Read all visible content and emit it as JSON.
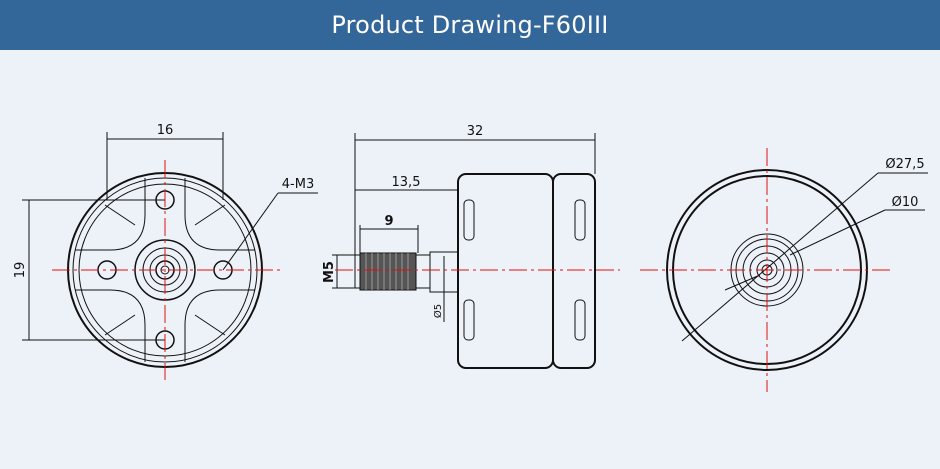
{
  "header": {
    "title": "Product Drawing-F60III"
  },
  "front_view": {
    "width_dim": "16",
    "height_dim": "19",
    "hole_callout": "4-M3"
  },
  "side_view": {
    "length_dim": "32",
    "shaft_dim": "13,5",
    "thread_dim": "9",
    "thread_label": "M5",
    "shaft_diameter": "Ø5"
  },
  "rear_view": {
    "outer_diameter": "Ø27,5",
    "inner_diameter": "Ø10"
  },
  "colors": {
    "header": "#336699",
    "background": "#edf2f9",
    "centerline": "#e01010"
  }
}
